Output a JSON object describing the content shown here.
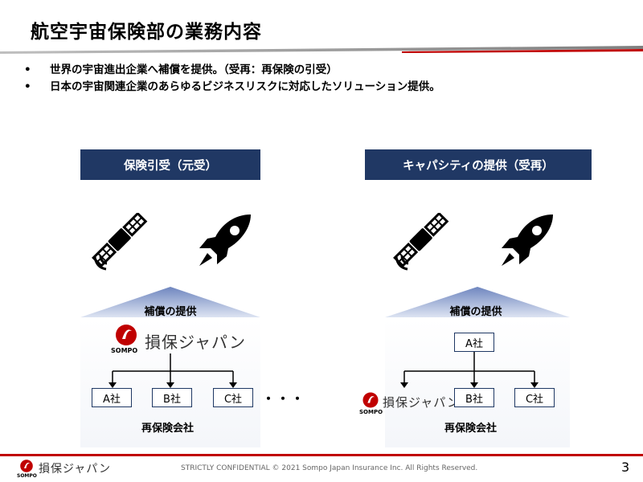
{
  "slide": {
    "title": "航空宇宙保険部の業務内容",
    "bullets": [
      "世界の宇宙進出企業へ補償を提供。（受再：再保険の引受）",
      "日本の宇宙関連企業のあらゆるビジネスリスクに対応したソリューション提供。"
    ],
    "bullet_marker": "•",
    "colors": {
      "header_navy": "#203864",
      "accent_red": "#c00000",
      "triangle_blue": "#6f86bf"
    }
  },
  "left_panel": {
    "header": "保険引受（元受）",
    "icons": [
      "satellite-icon",
      "rocket-icon"
    ],
    "triangle_label": "補償の提供",
    "brand_name": "損保ジャパン",
    "brand_sub": "SOMPO",
    "companies": [
      "A社",
      "B社",
      "C社"
    ],
    "ellipsis": "・・・",
    "group_label": "再保険会社"
  },
  "right_panel": {
    "header": "キャパシティの提供（受再）",
    "icons": [
      "satellite-icon",
      "rocket-icon"
    ],
    "triangle_label": "補償の提供",
    "top_company": "A社",
    "brand_name": "損保ジャパン",
    "brand_sub": "SOMPO",
    "companies": [
      "B社",
      "C社"
    ],
    "group_label": "再保険会社"
  },
  "footer": {
    "brand_name": "損保ジャパン",
    "brand_sub": "SOMPO",
    "confidential": "STRICTLY CONFIDENTIAL  © 2021 Sompo Japan Insurance Inc. All Rights Reserved.",
    "page_number": "3"
  }
}
